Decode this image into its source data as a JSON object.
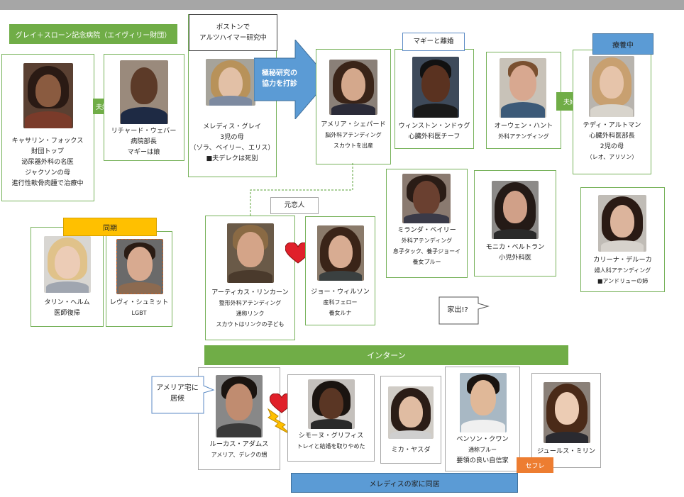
{
  "header_label": "グレイ＋スローン記念病院（エイヴィリー財団）",
  "couple_label": "夫婦",
  "people": {
    "catherine": {
      "lines": [
        "キャサリン・フォックス",
        "財団トップ",
        "泌尿器外科の名医",
        "ジャクソンの母",
        "進行性軟骨肉腫で治療中"
      ]
    },
    "richard": {
      "lines": [
        "リチャード・ウェバー",
        "病院部長",
        "マギーは娘"
      ]
    },
    "meredith": {
      "lines": [
        "メレディス・グレイ",
        "3児の母",
        "（ゾラ、ベイリー、エリス）",
        "■夫デレクは死別"
      ]
    },
    "amelia": {
      "lines": [
        "アメリア・シェパード",
        "脳外科アテンディング",
        "スカウトを出産"
      ]
    },
    "winston": {
      "lines": [
        "ウィンストン・ンドゥグ",
        "心臓外科医チーフ"
      ]
    },
    "owen": {
      "lines": [
        "オーウェン・ハント",
        "外科アテンディング"
      ]
    },
    "teddy": {
      "lines": [
        "テディ・アルトマン",
        "心臓外科医部長",
        "2児の母",
        "（レオ、アリソン）"
      ]
    },
    "miranda": {
      "lines": [
        "ミランダ・ベイリー",
        "外科アテンディング",
        "息子タック、養子ジョーイ",
        "養女プルー"
      ]
    },
    "monica": {
      "lines": [
        "モニカ・ベルトラン",
        "小児外科医"
      ]
    },
    "kaliana": {
      "lines": [
        "カリーナ・デルーカ",
        "婦人科アテンディング",
        "■アンドリューの姉"
      ]
    },
    "taryn": {
      "lines": [
        "タリン・ヘルム",
        "医師復帰"
      ]
    },
    "levi": {
      "lines": [
        "レヴィ・シュミット",
        "LGBT"
      ]
    },
    "atticus": {
      "lines": [
        "アーティカス・リンカーン",
        "整形外科アテンディング",
        "通称リンク",
        "スカウトはリンクの子ども"
      ]
    },
    "jo": {
      "lines": [
        "ジョー・ウィルソン",
        "産科フェロー",
        "養女ルナ"
      ]
    },
    "lucas": {
      "lines": [
        "ルーカス・アダムス",
        "アメリア、デレクの甥"
      ]
    },
    "simone": {
      "lines": [
        "シモーヌ・グリフィス",
        "トレイと結婚を取りやめた"
      ]
    },
    "mika": {
      "lines": [
        "ミカ・ヤスダ"
      ]
    },
    "benson": {
      "lines": [
        "ベンソン・クワン",
        "通称ブルー",
        "要領の良い自信家"
      ]
    },
    "jules": {
      "lines": [
        "ジュールス・ミリン"
      ]
    }
  },
  "callouts": {
    "boston": [
      "ボストンで",
      "アルツハイマー研究中"
    ],
    "maggie_divorce": "マギーと離婚",
    "recuperating": "療養中",
    "ex_lover": "元恋人",
    "left_home": "家出!?",
    "stay_amelia": [
      "アメリア宅に",
      "居候"
    ]
  },
  "arrow_text": [
    "極秘研究の",
    "協力を打診"
  ],
  "doki_label": "同期",
  "intern_label": "インターン",
  "cohabit_label": "メレディスの家に同居",
  "sefure_label": "セフレ",
  "colors": {
    "green": "#70ad47",
    "blue": "#5b9bd5",
    "gold": "#ffc000",
    "orange": "#ed7d31",
    "heart": "#e0202a"
  }
}
